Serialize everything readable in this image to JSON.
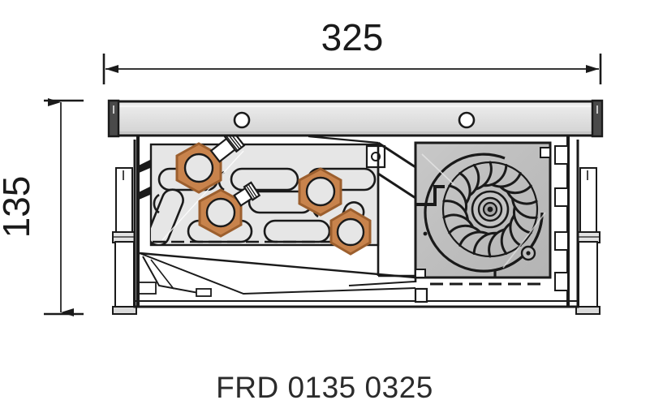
{
  "drawing": {
    "title": "FRD 0135 0325",
    "caption": "FRD 0135 0325",
    "view": "end-section",
    "dimensions": {
      "width": {
        "label": "325",
        "value": 325,
        "unit": "mm",
        "orientation": "horizontal",
        "arrow_style": "double-ended-filled"
      },
      "height": {
        "label": "135",
        "value": 135,
        "unit": "mm",
        "orientation": "vertical-rotated",
        "arrow_style": "double-ended-filled"
      }
    },
    "colors": {
      "line": "#1a1a1a",
      "copper": "#C8834C",
      "copper_dark": "#9C5F2E",
      "coil_fill": "#E6E6E6",
      "frame_fill": "#DCDCDC",
      "fan_fill": "#BEBEBE",
      "white": "#FFFFFF",
      "text": "#2b2b2b"
    },
    "components": {
      "top_rail": {
        "name": "top-frame-rail",
        "holes": 2
      },
      "coil_block": {
        "name": "heat-exchanger-coil",
        "copper_fittings": 4,
        "tube_bends": 9
      },
      "fan": {
        "name": "centrifugal-fan",
        "blade_count": 18,
        "housing": "scroll"
      },
      "legs": {
        "name": "adjustable-leg",
        "count": 2
      },
      "tray": {
        "name": "base-tray"
      }
    }
  }
}
